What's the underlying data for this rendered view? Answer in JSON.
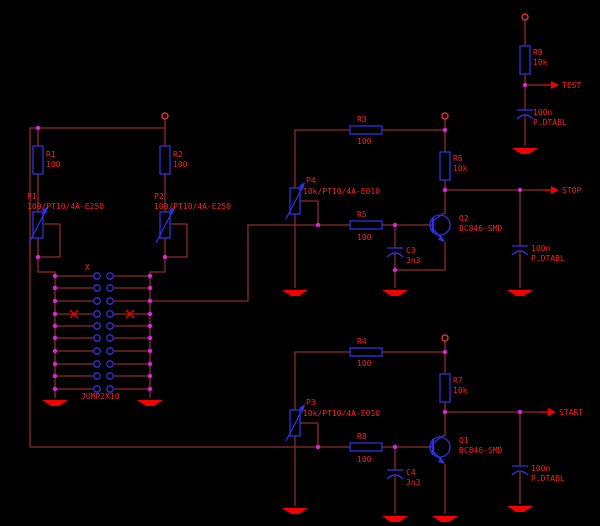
{
  "colors": {
    "background": "#000000",
    "wire": "#8f2b2b",
    "symbol": "#3030e0",
    "text": "#ff1f1f",
    "junction": "#d928d9",
    "ground": "#f40000",
    "supply_pin": "#e03030"
  },
  "net_labels": {
    "test": "TEST",
    "stop": "STOP",
    "start": "START"
  },
  "parts": {
    "r1": {
      "ref": "R1",
      "value": "100"
    },
    "r2": {
      "ref": "R2",
      "value": "100"
    },
    "r3": {
      "ref": "R3",
      "value": "100"
    },
    "r4": {
      "ref": "R4",
      "value": "100"
    },
    "r5": {
      "ref": "R5",
      "value": "100"
    },
    "r6": {
      "ref": "R6",
      "value": "10k"
    },
    "r7": {
      "ref": "R7",
      "value": "10k"
    },
    "r8": {
      "ref": "R8",
      "value": "100"
    },
    "r9": {
      "ref": "R9",
      "value": "10k"
    },
    "p1": {
      "ref": "P1",
      "value": "100/PT10/4A-E250"
    },
    "p2": {
      "ref": "P2",
      "value": "100/PT10/4A-E250"
    },
    "p3": {
      "ref": "P3",
      "value": "10k/PT10/4A-E010"
    },
    "p4": {
      "ref": "P4",
      "value": "10k/PT10/4A-E010"
    },
    "c3": {
      "ref": "C3",
      "value": "3n3"
    },
    "c4": {
      "ref": "C4",
      "value": "3n3"
    },
    "q1": {
      "ref": "Q1",
      "value": "BC846-SMD"
    },
    "q2": {
      "ref": "Q2",
      "value": "BC846-SMD"
    },
    "x": {
      "ref": "X",
      "value": "JUMP2X10"
    },
    "c_test": {
      "value": "100n",
      "subtext": "P.DTABL"
    },
    "c_stop": {
      "value": "100n",
      "subtext": "P.DTABL"
    },
    "c_start": {
      "value": "100n",
      "subtext": "P.DTABL"
    }
  }
}
